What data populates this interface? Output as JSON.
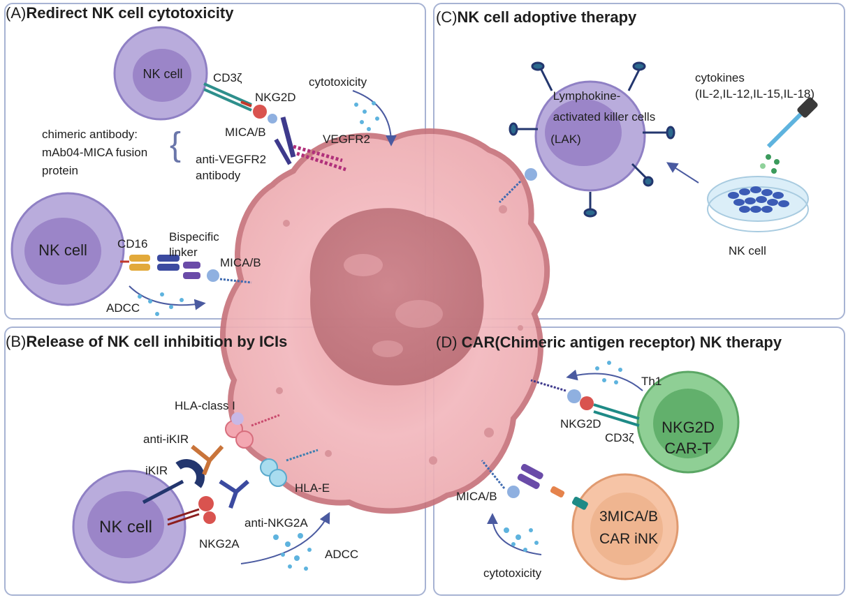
{
  "panels": {
    "a": {
      "letter": "(A)",
      "title": "Redirect NK cell cytotoxicity"
    },
    "b": {
      "letter": "(B)",
      "title": "Release of NK cell inhibition by ICIs"
    },
    "c": {
      "letter": "(C)",
      "title": "NK cell adoptive therapy"
    },
    "d": {
      "letter": "(D)",
      "title": "CAR(Chimeric antigen receptor) NK therapy"
    }
  },
  "labels": {
    "a_nk_top": "NK cell",
    "a_cd3z": "CD3ζ",
    "a_nkg2d": "NKG2D",
    "a_cytotoxicity": "cytotoxicity",
    "a_micab_top": "MICA/B",
    "a_vegfr2": "VEGFR2",
    "a_chimeric_1": "chimeric antibody:",
    "a_chimeric_2": "mAb04-MICA fusion",
    "a_chimeric_3": "protein",
    "a_anti_vegfr2_1": "anti-VEGFR2",
    "a_anti_vegfr2_2": "antibody",
    "a_nk_bottom": "NK cell",
    "a_cd16": "CD16",
    "a_bispecific_1": "Bispecific",
    "a_bispecific_2": "linker",
    "a_micab_bottom": "MICA/B",
    "a_adcc": "ADCC",
    "b_hla_class": "HLA-class I",
    "b_anti_ikir": "anti-iKIR",
    "b_ikir": "iKIR",
    "b_nk": "NK cell",
    "b_nkg2a": "NKG2A",
    "b_anti_nkg2a": "anti-NKG2A",
    "b_adcc": "ADCC",
    "b_hla_e": "HLA-E",
    "c_lak_1": "Lymphokine-",
    "c_lak_2": "activated killer cells",
    "c_lak_3": "(LAK)",
    "c_cytokines_1": "cytokines",
    "c_cytokines_2": "(IL-2,IL-12,IL-15,IL-18)",
    "c_nk": "NK cell",
    "d_th1": "Th1",
    "d_nkg2d": "NKG2D",
    "d_cd3z": "CD3ζ",
    "d_cart_1": "NKG2D",
    "d_cart_2": "CAR-T",
    "d_micab": "MICA/B",
    "d_car_ink_1": "3MICA/B",
    "d_car_ink_2": "CAR iNK",
    "d_cytotoxicity": "cytotoxicity"
  },
  "colors": {
    "panel_border": "#a7b3d3",
    "nk_cell": "#b9acdc",
    "nk_nucleus": "#9b85c8",
    "tumor": "#f2b3b8",
    "tumor_dark": "#c7747c",
    "cart": "#8fcf95",
    "car_ink": "#f6c4a6",
    "arrow": "#4a5aa0",
    "dots": "#5eb3de"
  }
}
